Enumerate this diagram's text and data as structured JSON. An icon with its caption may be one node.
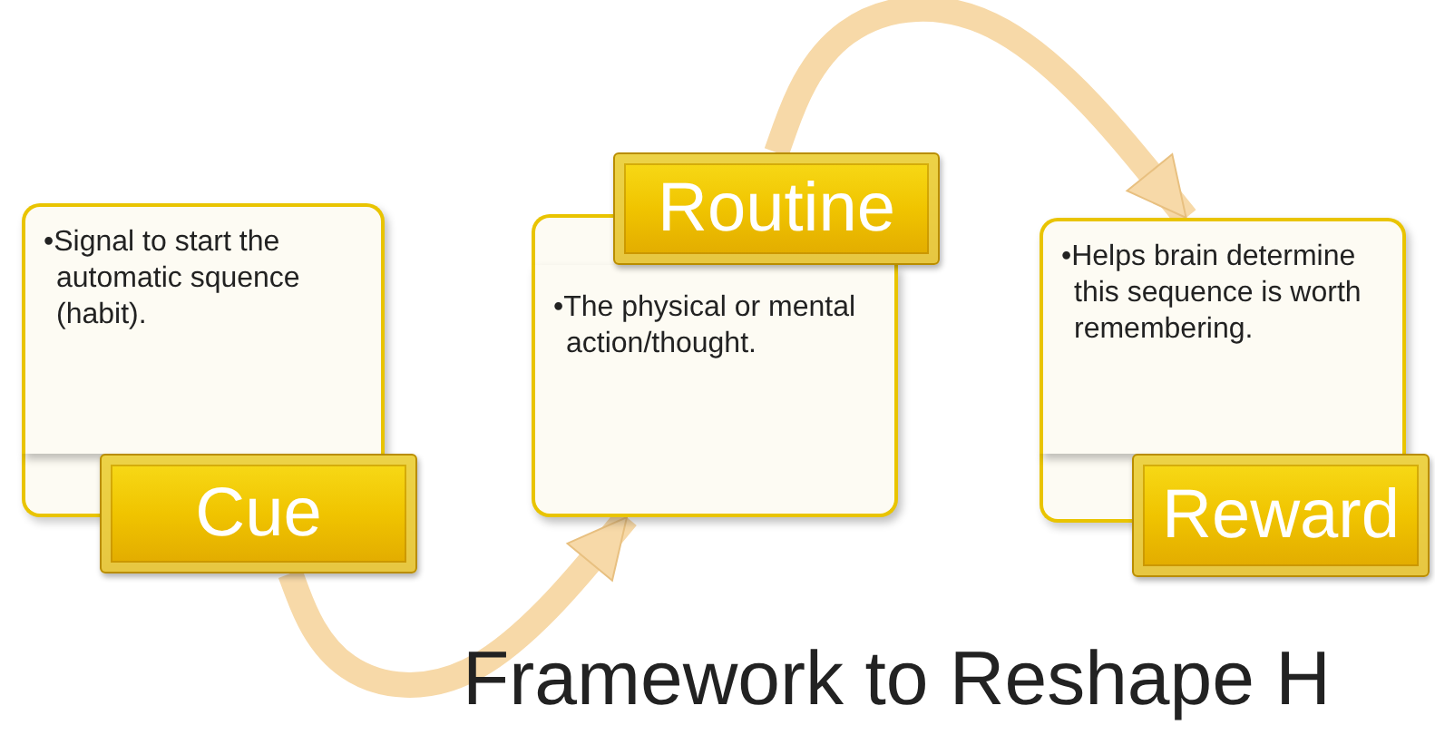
{
  "diagram": {
    "title": "Framework to Reshape H",
    "nodes": [
      {
        "text": [
          "•Signal to start the automatic squence (habit)."
        ]
      },
      {
        "text": [
          "Cue"
        ]
      },
      {
        "text": [
          "•The physical or mental action/thought."
        ]
      },
      {
        "text": [
          "Routine"
        ]
      },
      {
        "text": [
          "•Helps brain determine this sequence is worth remembering."
        ]
      },
      {
        "text": [
          "Reward"
        ]
      }
    ],
    "edges": [
      {
        "from": 1,
        "to": 2,
        "arrow": "to"
      },
      {
        "from": 3,
        "to": 4,
        "arrow": "to"
      }
    ]
  }
}
